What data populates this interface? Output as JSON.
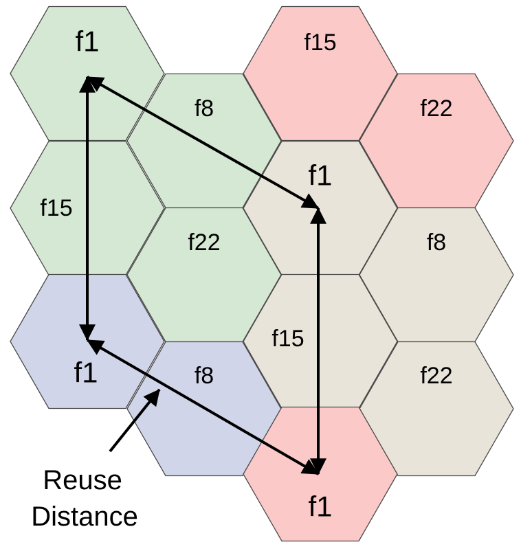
{
  "colors": {
    "cluster_green": "#d5e8d4",
    "cluster_beige": "#e9e4d9",
    "cluster_blue": "#d0d5e9",
    "cluster_red": "#fcc9c9",
    "outline": "#4a4a4a",
    "arrow": "#000000"
  },
  "cells": [
    {
      "label": "f1",
      "cluster": "cluster_green"
    },
    {
      "label": "f8",
      "cluster": "cluster_green"
    },
    {
      "label": "f15",
      "cluster": "cluster_green"
    },
    {
      "label": "f22",
      "cluster": "cluster_green"
    },
    {
      "label": "f15",
      "cluster": "cluster_red"
    },
    {
      "label": "f22",
      "cluster": "cluster_red"
    },
    {
      "label": "f1",
      "cluster": "cluster_beige"
    },
    {
      "label": "f8",
      "cluster": "cluster_beige"
    },
    {
      "label": "f15",
      "cluster": "cluster_beige"
    },
    {
      "label": "f22",
      "cluster": "cluster_beige"
    },
    {
      "label": "f1",
      "cluster": "cluster_blue"
    },
    {
      "label": "f8",
      "cluster": "cluster_blue"
    },
    {
      "label": "f1",
      "cluster": "cluster_red"
    }
  ],
  "annotation": {
    "line1": "Reuse",
    "line2": "Distance"
  }
}
